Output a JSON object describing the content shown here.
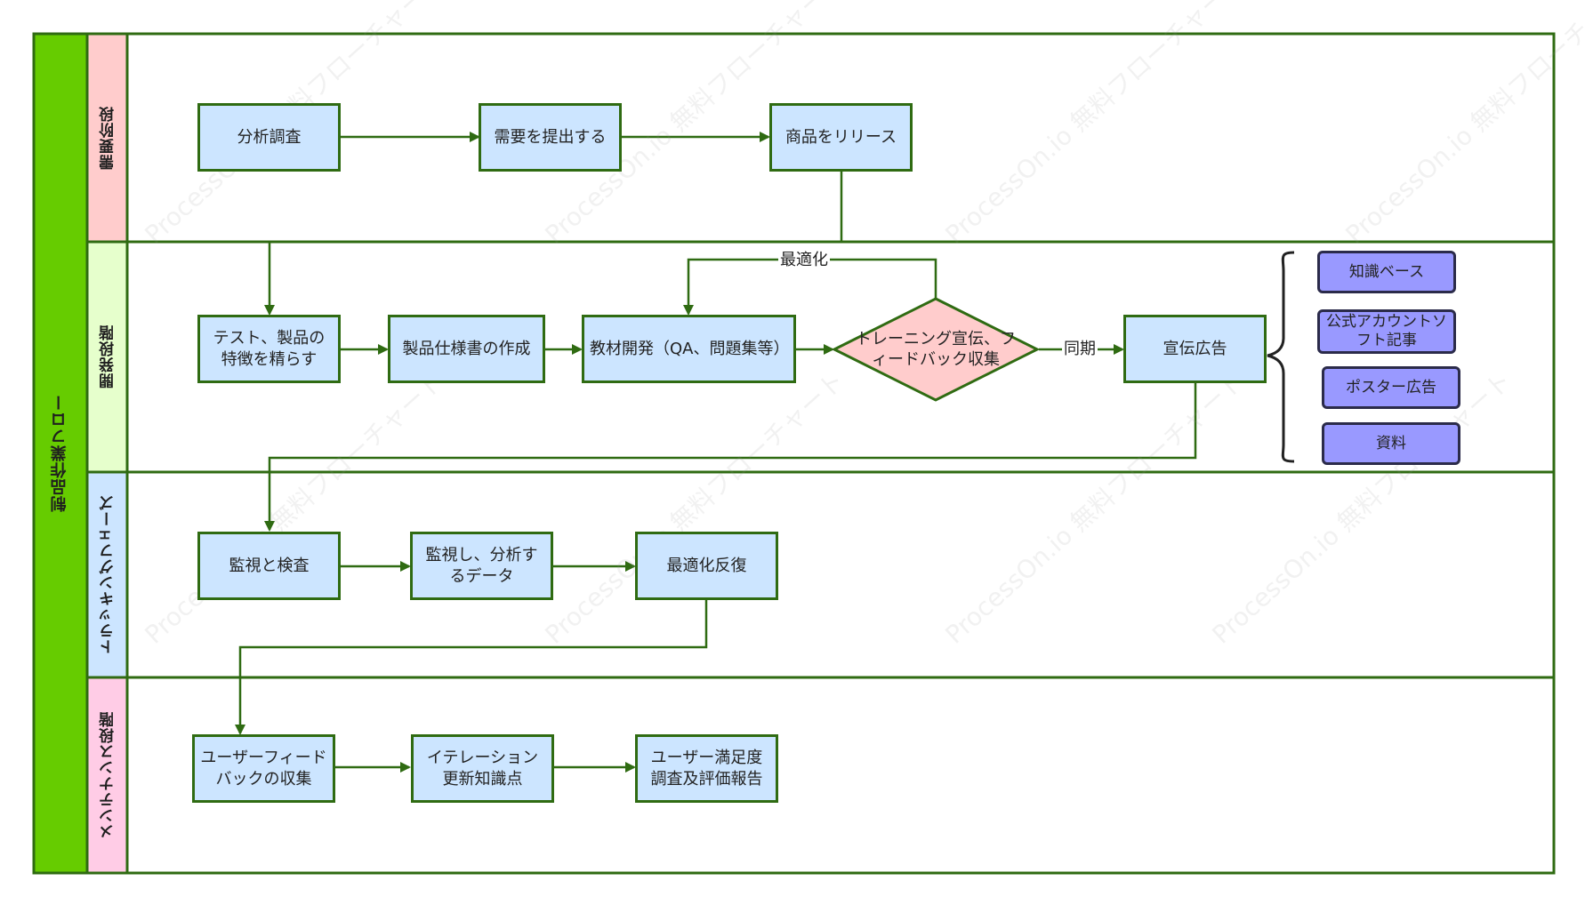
{
  "pool": {
    "label": "制品作業フロー"
  },
  "lanes": [
    {
      "id": "demand",
      "label": "需要阶段",
      "color": "#ffcccc"
    },
    {
      "id": "dev",
      "label": "開発段階",
      "color": "#e6ffcc"
    },
    {
      "id": "track",
      "label": "トラッキングフェーズ",
      "color": "#cce5ff"
    },
    {
      "id": "maint",
      "label": "メンテナンス段階",
      "color": "#ffcce6"
    }
  ],
  "nodes": {
    "analysis": "分析調査",
    "submit_demand": "需要を提出する",
    "release": "商品をリリース",
    "test_refine": "テスト、製品の特徴を精らす",
    "spec": "製品仕様書の作成",
    "material": "教材開発（QA、問題集等）",
    "training": "トレーニング宣伝、フィードバック収集",
    "promo": "宣伝広告",
    "monitor_check": "監視と検査",
    "monitor_analyze": "監視し、分析するデータ",
    "optimize_iter": "最適化反復",
    "user_feedback": "ユーザーフィードバックの収集",
    "iteration": "イテレーション更新知識点",
    "satisfaction": "ユーザー満足度調査及評価報告"
  },
  "resources": [
    "知識ベース",
    "公式アカウントソフト記事",
    "ポスター広告",
    "資料"
  ],
  "edge_labels": {
    "optimize": "最適化",
    "sync": "同期"
  },
  "watermark": "ProcessOn.io 無料フローチャート",
  "colors": {
    "pool": "#66cc00",
    "border": "#2f6b12",
    "box": "#cce5ff",
    "diamond": "#ffcccc",
    "resource": "#9999ff"
  }
}
